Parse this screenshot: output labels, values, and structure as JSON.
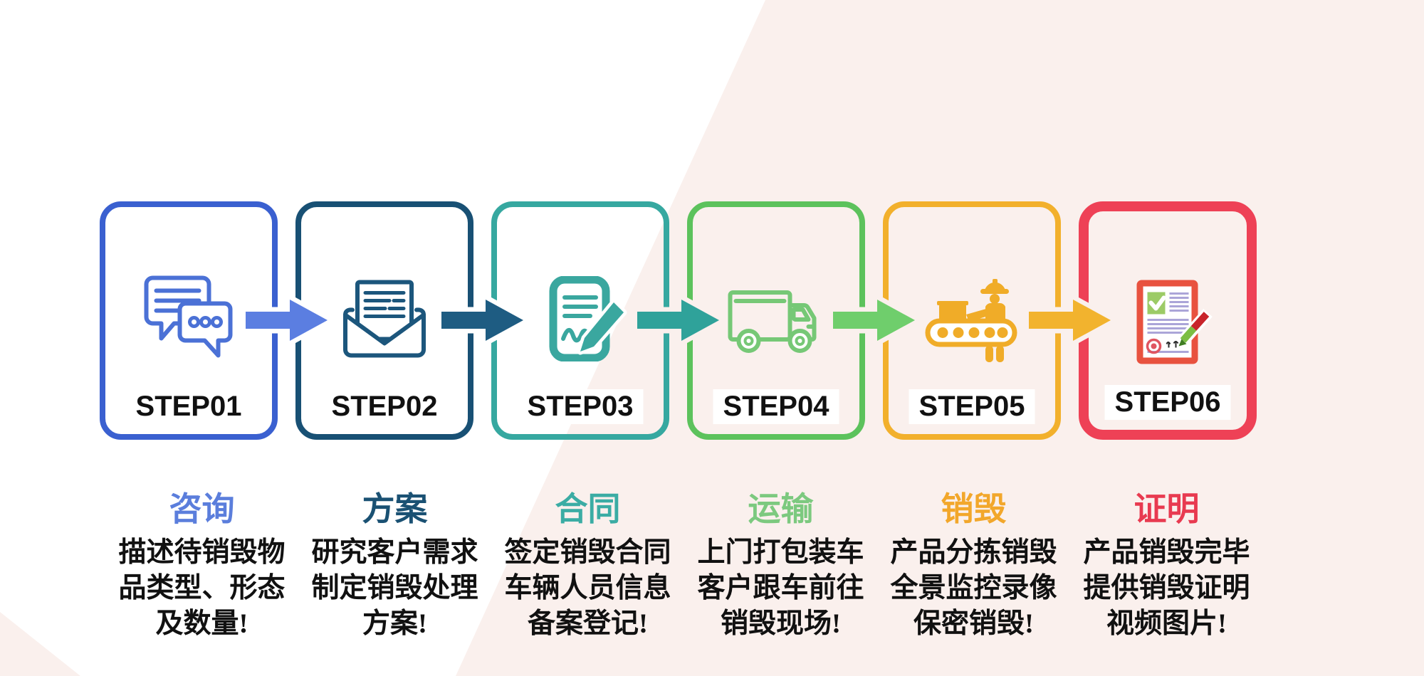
{
  "diagram": {
    "background_color": "#FAF0ED",
    "band_color": "#FFFFFF",
    "step_label_color": "#111111",
    "desc_text_color": "#111111",
    "steps": [
      {
        "id": "step01",
        "label": "STEP01",
        "border_color": "#3A60D0",
        "icon": "chat-bubbles-icon",
        "arrow_color": "#5B7EE1",
        "title": "咨询",
        "title_color": "#5B7EDC",
        "desc_lines": [
          "描述待销毁物",
          "品类型、形态",
          "及数量!"
        ]
      },
      {
        "id": "step02",
        "label": "STEP02",
        "border_color": "#185074",
        "icon": "open-envelope-icon",
        "arrow_color": "#1E5C82",
        "title": "方案",
        "title_color": "#1A5173",
        "desc_lines": [
          "研究客户需求",
          "制定销毁处理",
          "方案!"
        ]
      },
      {
        "id": "step03",
        "label": "STEP03",
        "border_color": "#36A8A0",
        "icon": "contract-signing-icon",
        "arrow_color": "#2FA29A",
        "title": "合同",
        "title_color": "#3BACA4",
        "desc_lines": [
          "签定销毁合同",
          "车辆人员信息",
          "备案登记!"
        ]
      },
      {
        "id": "step04",
        "label": "STEP04",
        "border_color": "#5CC25C",
        "icon": "delivery-truck-icon",
        "arrow_color": "#6FCE6C",
        "title": "运输",
        "title_color": "#7CC97F",
        "desc_lines": [
          "上门打包装车",
          "客户跟车前往",
          "销毁现场!"
        ]
      },
      {
        "id": "step05",
        "label": "STEP05",
        "border_color": "#F2B02C",
        "icon": "conveyor-worker-icon",
        "arrow_color": "#F2B32E",
        "title": "销毁",
        "title_color": "#F2A72B",
        "desc_lines": [
          "产品分拣销毁",
          "全景监控录像",
          "保密销毁!"
        ]
      },
      {
        "id": "step06",
        "label": "STEP06",
        "border_color": "#EE4156",
        "icon": "destruction-certificate-icon",
        "arrow_color": null,
        "title": "证明",
        "title_color": "#E83A50",
        "desc_lines": [
          "产品销毁完毕",
          "提供销毁证明",
          "视频图片!"
        ]
      }
    ]
  }
}
